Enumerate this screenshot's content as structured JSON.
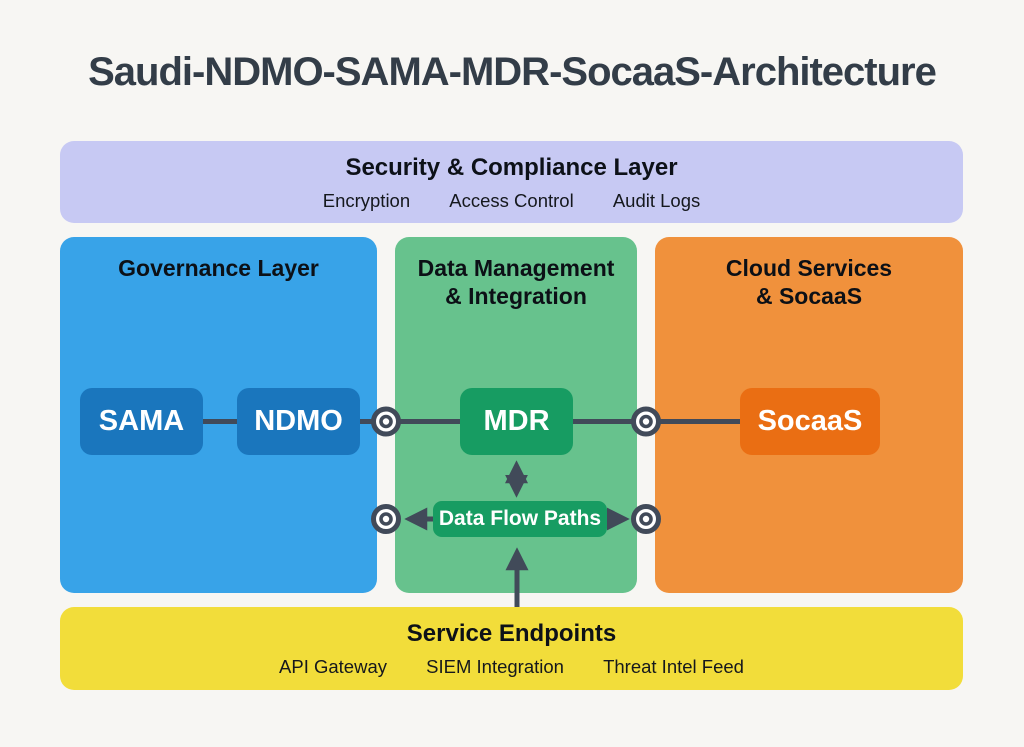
{
  "title": "Saudi-NDMO-SAMA-MDR-SocaaS-Architecture",
  "security_layer": {
    "title": "Security & Compliance Layer",
    "items": [
      "Encryption",
      "Access Control",
      "Audit Logs"
    ]
  },
  "columns": {
    "governance": {
      "title": "Governance Layer",
      "nodes": [
        "SAMA",
        "NDMO"
      ]
    },
    "data_management": {
      "title_lines": [
        "Data Management",
        "& Integration"
      ],
      "nodes": [
        "MDR",
        "Data Flow Paths"
      ]
    },
    "cloud": {
      "title_lines": [
        "Cloud Services",
        "& SocaaS"
      ],
      "nodes": [
        "SocaaS"
      ]
    }
  },
  "service_endpoints": {
    "title": "Service Endpoints",
    "items": [
      "API Gateway",
      "SIEM Integration",
      "Threat Intel Feed"
    ]
  },
  "colors": {
    "background": "#f7f6f3",
    "title_text": "#333d48",
    "security_band": "#c7c9f3",
    "governance_column": "#38a3e8",
    "governance_box": "#1a76bd",
    "data_column": "#67c28d",
    "data_box": "#179c62",
    "cloud_column": "#f0913c",
    "cloud_box": "#ea6e13",
    "endpoints_band": "#f2dd3a",
    "connector": "#414a59",
    "box_text": "#ffffff"
  }
}
